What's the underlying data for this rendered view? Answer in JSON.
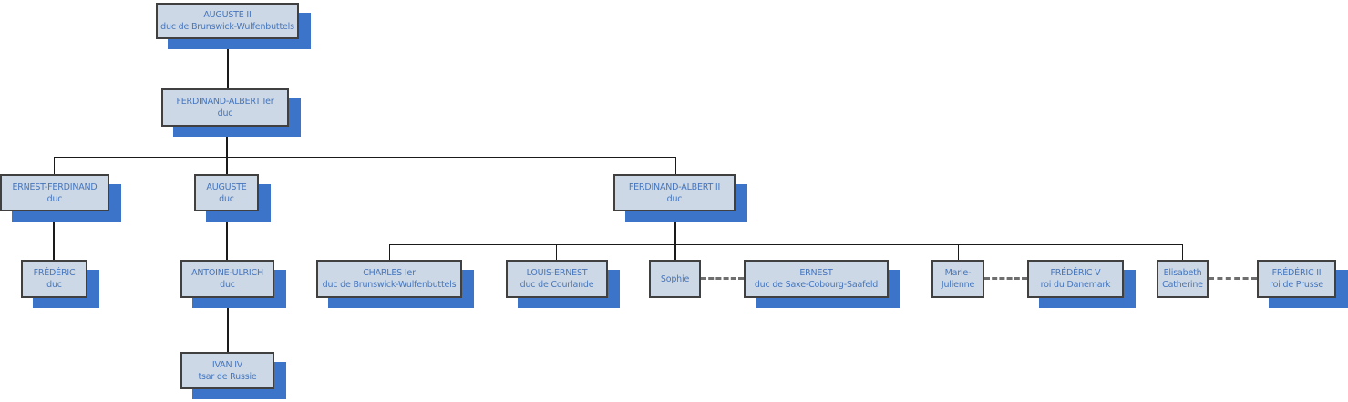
{
  "diagram": {
    "type": "family-tree-organization-chart",
    "nodes": [
      {
        "name": "AUGUSTE II",
        "title": "duc de Brunswick-Wulfenbuttels"
      },
      {
        "name": "FERDINAND-ALBERT Ier",
        "title": "duc"
      },
      {
        "name": "ERNEST-FERDINAND",
        "title": "duc"
      },
      {
        "name": "AUGUSTE",
        "title": "duc"
      },
      {
        "name": "FERDINAND-ALBERT II",
        "title": "duc"
      },
      {
        "name": "FRÉDÉRIC",
        "title": "duc"
      },
      {
        "name": "ANTOINE-ULRICH",
        "title": "duc"
      },
      {
        "name": "IVAN IV",
        "title": "tsar de Russie"
      },
      {
        "name": "CHARLES Ier",
        "title": "duc de Brunswick-Wulfenbuttels"
      },
      {
        "name": "LOUIS-ERNEST",
        "title": "duc de Courlande"
      },
      {
        "name": "Sophie",
        "title": ""
      },
      {
        "name": "ERNEST",
        "title": "duc de Saxe-Cobourg-Saafeld"
      },
      {
        "name": "Marie-Julienne",
        "title": ""
      },
      {
        "name": "FRÉDÉRIC V",
        "title": "roi du Danemark"
      },
      {
        "name": "Elisabeth Catherine",
        "title": ""
      },
      {
        "name": "FRÉDÉRIC II",
        "title": "roi de Prusse"
      }
    ],
    "edges": {
      "parent_child": [
        [
          "AUGUSTE II",
          "FERDINAND-ALBERT Ier"
        ],
        [
          "FERDINAND-ALBERT Ier",
          "ERNEST-FERDINAND"
        ],
        [
          "FERDINAND-ALBERT Ier",
          "AUGUSTE"
        ],
        [
          "FERDINAND-ALBERT Ier",
          "FERDINAND-ALBERT II"
        ],
        [
          "ERNEST-FERDINAND",
          "FRÉDÉRIC"
        ],
        [
          "AUGUSTE",
          "ANTOINE-ULRICH"
        ],
        [
          "ANTOINE-ULRICH",
          "IVAN IV"
        ],
        [
          "FERDINAND-ALBERT II",
          "CHARLES Ier"
        ],
        [
          "FERDINAND-ALBERT II",
          "LOUIS-ERNEST"
        ],
        [
          "FERDINAND-ALBERT II",
          "Sophie"
        ],
        [
          "FERDINAND-ALBERT II",
          "Marie-Julienne"
        ],
        [
          "FERDINAND-ALBERT II",
          "Elisabeth Catherine"
        ]
      ],
      "marriage": [
        [
          "Sophie",
          "ERNEST"
        ],
        [
          "Marie-Julienne",
          "FRÉDÉRIC V"
        ],
        [
          "Elisabeth Catherine",
          "FRÉDÉRIC II"
        ]
      ]
    },
    "colors": {
      "node_fill": "#ccd8e5",
      "node_border": "#404040",
      "node_shadow": "#3c74ca",
      "text": "#4575be",
      "descent_line": "#1a1a1a",
      "marriage_line": "#6e6e6e",
      "background": "#ffffff"
    }
  }
}
